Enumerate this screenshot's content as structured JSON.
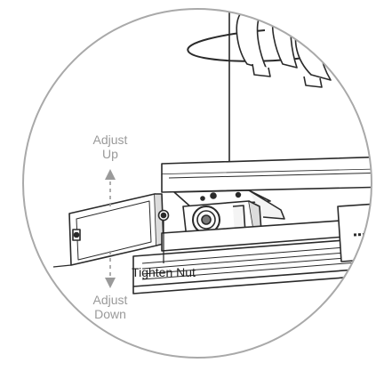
{
  "labels": {
    "adjust_up_line1": "Adjust",
    "adjust_up_line2": "Up",
    "tighten_nut": "Tighten Nut",
    "adjust_down_line1": "Adjust",
    "adjust_down_line2": "Down"
  },
  "colors": {
    "line": "#2a2a2a",
    "circle": "#a9a9a9",
    "label_gray": "#9a9a9a",
    "label_dark": "#1e1e1e",
    "fill_light": "#f4f4f4",
    "fill_mid": "#dcdcdc",
    "fill_dark": "#7a7a7a"
  }
}
